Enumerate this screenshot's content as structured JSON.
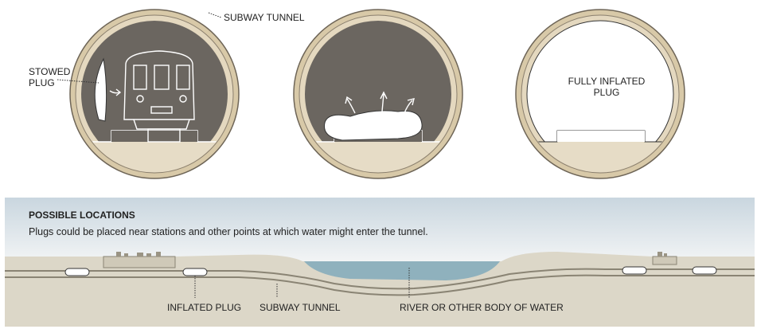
{
  "labels": {
    "subway_tunnel_top": "SUBWAY TUNNEL",
    "stowed_plug_line1": "STOWED",
    "stowed_plug_line2": "PLUG",
    "fully_inflated_line1": "FULLY INFLATED",
    "fully_inflated_line2": "PLUG"
  },
  "section": {
    "heading": "POSSIBLE LOCATIONS",
    "body": "Plugs could be placed near stations and other points at which water might enter the tunnel."
  },
  "callouts": {
    "inflated_plug": "INFLATED PLUG",
    "subway_tunnel": "SUBWAY TUNNEL",
    "river": "RIVER OR OTHER BODY OF WATER"
  },
  "colors": {
    "tunnel_dark": "#6b6660",
    "ring_outer": "#c8b898",
    "ring_inner": "#e0d4ba",
    "floor": "#e6dcc6",
    "water": "#8fb1bd",
    "sky_gradient_top": "#c9d6df",
    "ground": "#dcd7c8"
  }
}
